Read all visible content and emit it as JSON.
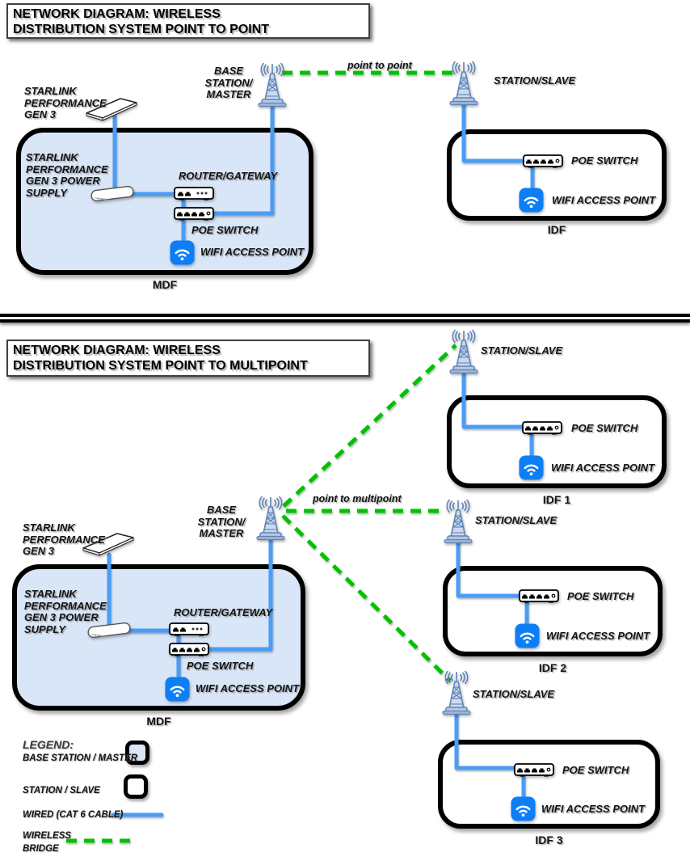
{
  "colors": {
    "cable_blue": "#4a9df7",
    "wireless_green": "#00c300",
    "mdf_fill": "#d9e6f8",
    "idf_fill": "#ffffff",
    "wifi_ap_blue": "#0d7ef5"
  },
  "shared_labels": {
    "dish": "STARLINK\nPERFORMANCE\nGEN 3",
    "power_supply": "STARLINK\nPERFORMANCE\nGEN 3 POWER\nSUPPLY",
    "router": "ROUTER/GATEWAY",
    "poe_switch": "POE SWITCH",
    "wifi_ap": "WIFI ACCESS POINT",
    "base_station": "BASE\nSTATION/\nMASTER",
    "station_slave": "STATION/SLAVE"
  },
  "diagram1": {
    "title": [
      "NETWORK DIAGRAM: WIRELESS",
      "DISTRIBUTION SYSTEM POINT TO POINT"
    ],
    "link_label": "point to point",
    "mdf_name": "MDF",
    "idf_name": "IDF"
  },
  "diagram2": {
    "title": [
      "NETWORK DIAGRAM: WIRELESS",
      "DISTRIBUTION SYSTEM POINT TO MULTIPOINT"
    ],
    "link_label": "point to multipoint",
    "mdf_name": "MDF",
    "idf_names": [
      "IDF 1",
      "IDF 2",
      "IDF 3"
    ]
  },
  "legend": {
    "title": "LEGEND:",
    "base_station": "BASE STATION / MASTER",
    "station_slave": "STATION / SLAVE",
    "wired": "WIRED (CAT 6 CABLE)",
    "wireless": "WIRELESS\nBRIDGE"
  }
}
